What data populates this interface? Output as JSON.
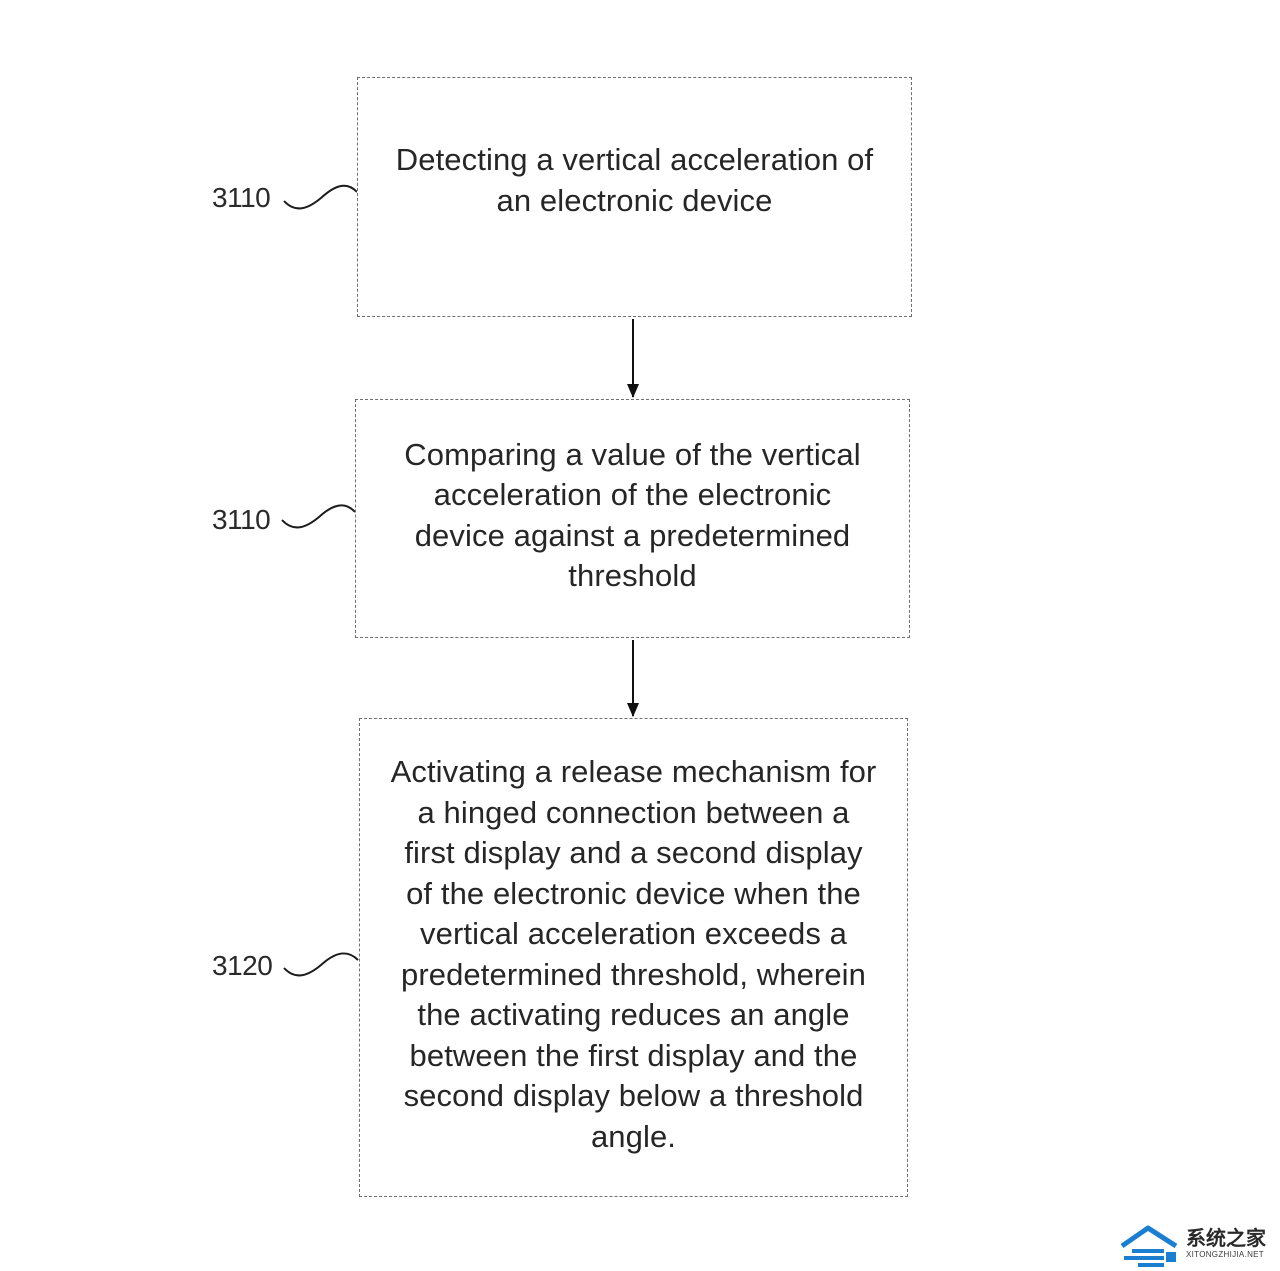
{
  "steps": [
    {
      "ref": "3110",
      "lines": [
        "Detecting a vertical acceleration of",
        "an electronic device"
      ]
    },
    {
      "ref": "3110",
      "lines": [
        "Comparing a value of the vertical",
        "acceleration of the electronic",
        "device against a predetermined",
        "threshold"
      ]
    },
    {
      "ref": "3120",
      "lines": [
        "Activating a release mechanism for",
        "a hinged connection between a",
        "first display and a second display",
        "of the electronic device when the",
        "vertical acceleration exceeds a",
        "predetermined threshold, wherein",
        "the activating reduces an angle",
        "between the first display and the",
        "second display below a threshold",
        "angle."
      ]
    }
  ],
  "watermark": {
    "title": "系统之家",
    "subtitle": "XITONGZHIJIA.NET",
    "color": "#1a7fd1"
  }
}
